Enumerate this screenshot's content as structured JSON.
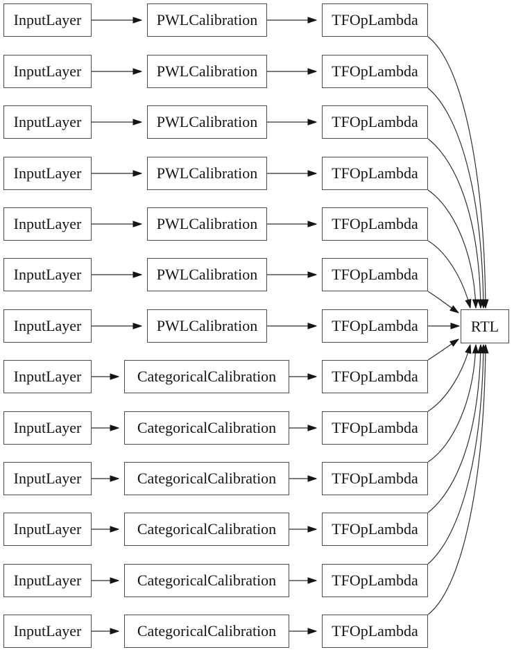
{
  "diagram": {
    "rtl_label": "RTL",
    "rows": [
      {
        "input": "InputLayer",
        "calibration": "PWLCalibration",
        "lambda": "TFOpLambda"
      },
      {
        "input": "InputLayer",
        "calibration": "PWLCalibration",
        "lambda": "TFOpLambda"
      },
      {
        "input": "InputLayer",
        "calibration": "PWLCalibration",
        "lambda": "TFOpLambda"
      },
      {
        "input": "InputLayer",
        "calibration": "PWLCalibration",
        "lambda": "TFOpLambda"
      },
      {
        "input": "InputLayer",
        "calibration": "PWLCalibration",
        "lambda": "TFOpLambda"
      },
      {
        "input": "InputLayer",
        "calibration": "PWLCalibration",
        "lambda": "TFOpLambda"
      },
      {
        "input": "InputLayer",
        "calibration": "PWLCalibration",
        "lambda": "TFOpLambda"
      },
      {
        "input": "InputLayer",
        "calibration": "CategoricalCalibration",
        "lambda": "TFOpLambda"
      },
      {
        "input": "InputLayer",
        "calibration": "CategoricalCalibration",
        "lambda": "TFOpLambda"
      },
      {
        "input": "InputLayer",
        "calibration": "CategoricalCalibration",
        "lambda": "TFOpLambda"
      },
      {
        "input": "InputLayer",
        "calibration": "CategoricalCalibration",
        "lambda": "TFOpLambda"
      },
      {
        "input": "InputLayer",
        "calibration": "CategoricalCalibration",
        "lambda": "TFOpLambda"
      },
      {
        "input": "InputLayer",
        "calibration": "CategoricalCalibration",
        "lambda": "TFOpLambda"
      }
    ],
    "colors": {
      "node_border": "#4a4a4a",
      "edge_stroke": "#2e2e2e",
      "arrowhead_fill": "#151515",
      "text": "#141414",
      "background": "#ffffff"
    }
  }
}
